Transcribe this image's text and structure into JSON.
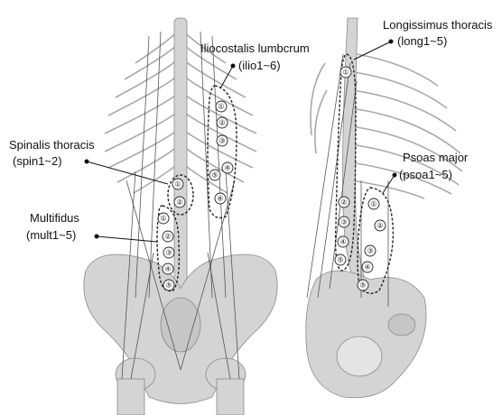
{
  "labels": {
    "longissimus": {
      "name": "Longissimus thoracis",
      "code": "(long1~5)"
    },
    "iliocostalis": {
      "name": "Iliocostalis lumbcrum",
      "code": "(ilio1~6)"
    },
    "spinalis": {
      "name": "Spinalis thoracis",
      "code": "(spin1~2)"
    },
    "multifidus": {
      "name": "Multifidus",
      "code": "(mult1~5)"
    },
    "psoas": {
      "name": "Psoas major",
      "code": "(psoa1~5)"
    }
  },
  "markers": {
    "spinalis": [
      "①",
      "②"
    ],
    "iliocostalis": [
      "①",
      "②",
      "③",
      "④",
      "⑤",
      "⑥"
    ],
    "multifidus": [
      "①",
      "②",
      "③",
      "④",
      "⑤"
    ],
    "longissimus": [
      "①",
      "②",
      "③",
      "④",
      "⑤"
    ],
    "psoas": [
      "①",
      "②",
      "③",
      "④",
      "⑤"
    ]
  },
  "colors": {
    "bone": "#d4d4d4",
    "outline": "#222222"
  }
}
